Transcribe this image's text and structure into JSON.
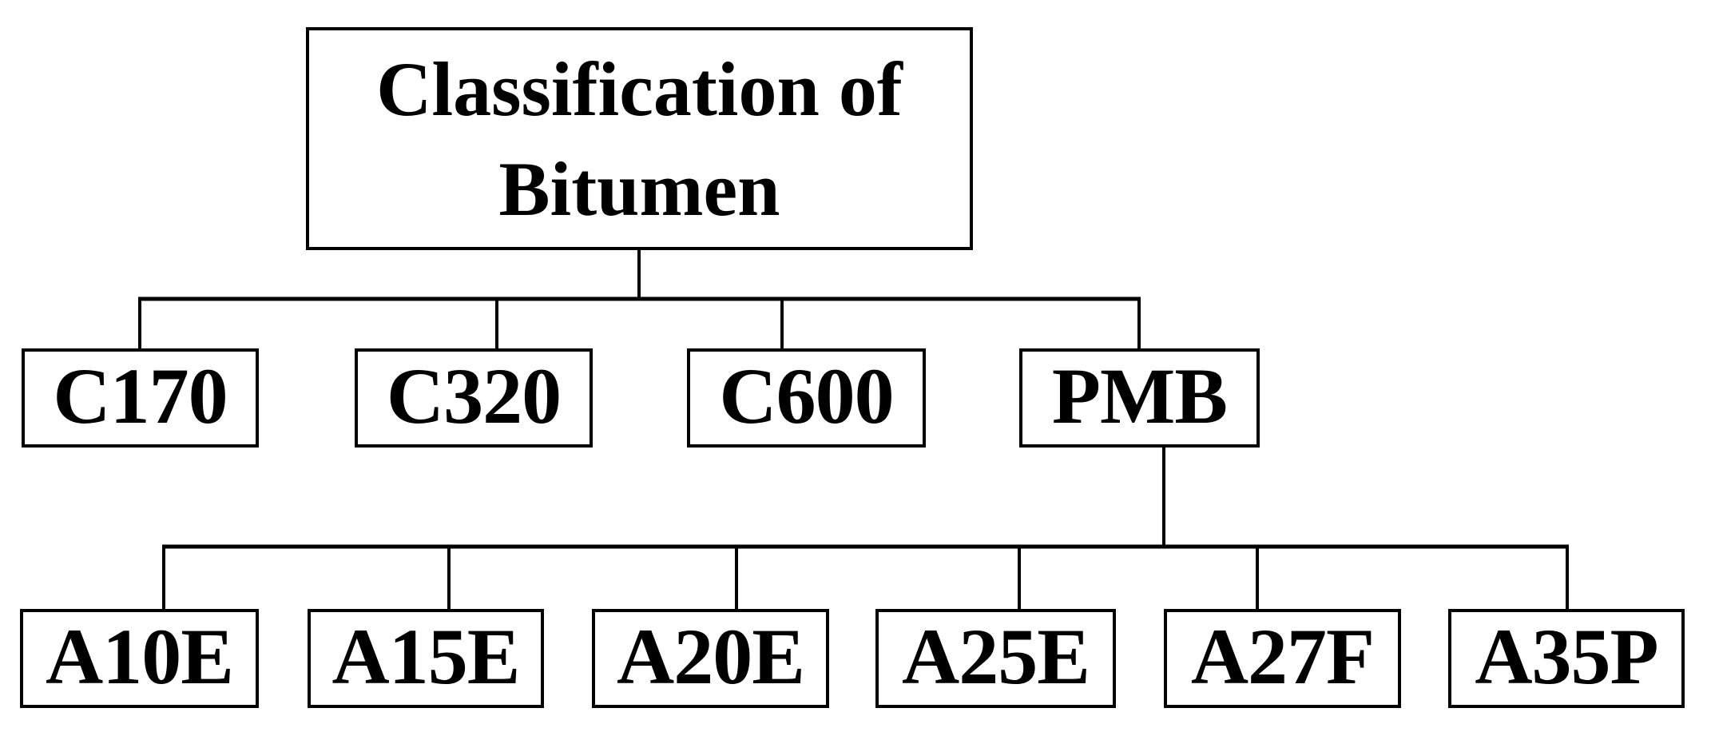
{
  "colors": {
    "background": "#ffffff",
    "box_border": "#000000",
    "text": "#000000",
    "connector": "#000000"
  },
  "tree": {
    "root": {
      "label": "Classification of Bitumen"
    },
    "children": [
      {
        "label": "C170"
      },
      {
        "label": "C320"
      },
      {
        "label": "C600"
      },
      {
        "label": "PMB",
        "children": [
          {
            "label": "A10E"
          },
          {
            "label": "A15E"
          },
          {
            "label": "A20E"
          },
          {
            "label": "A25E"
          },
          {
            "label": "A27F"
          },
          {
            "label": "A35P"
          }
        ]
      }
    ]
  }
}
